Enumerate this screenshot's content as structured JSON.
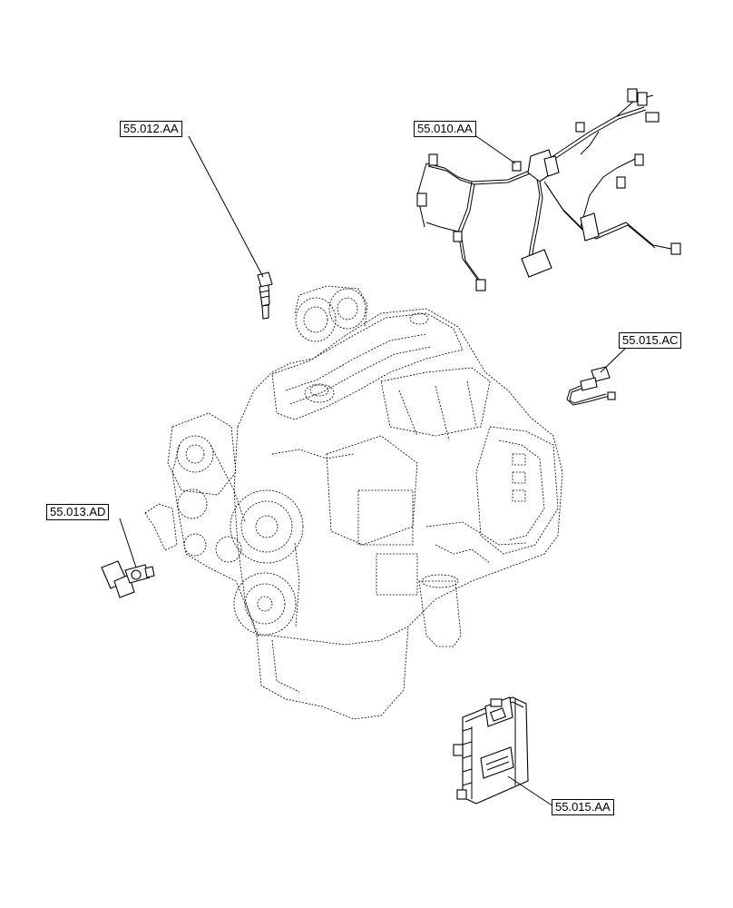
{
  "callouts": {
    "speed_sensor": "55.012.AA",
    "harness": "55.010.AA",
    "pressure_sensor": "55.013.AD",
    "temp_sensor": "55.015.AC",
    "ecu": "55.015.AA"
  }
}
